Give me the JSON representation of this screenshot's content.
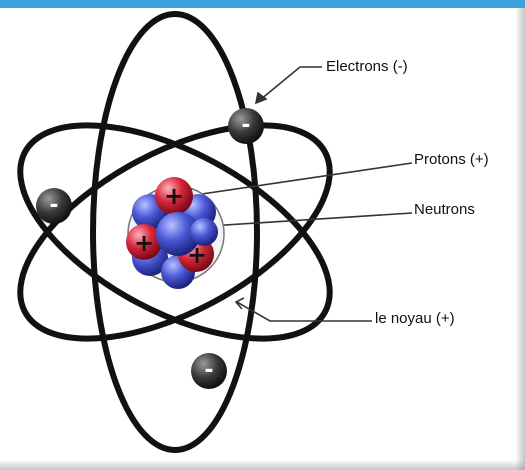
{
  "labels": {
    "electrons": "Electrons (-)",
    "protons": "Protons (+)",
    "neutrons": "Neutrons",
    "nucleus": "le noyau (+)"
  },
  "symbols": {
    "electron": "-",
    "proton": "+"
  },
  "colors": {
    "header_bar": "#3aa3dc",
    "orbit": "#111111",
    "electron": "#2b2b2b",
    "proton": "#d8283c",
    "neutron": "#4a59d6"
  }
}
